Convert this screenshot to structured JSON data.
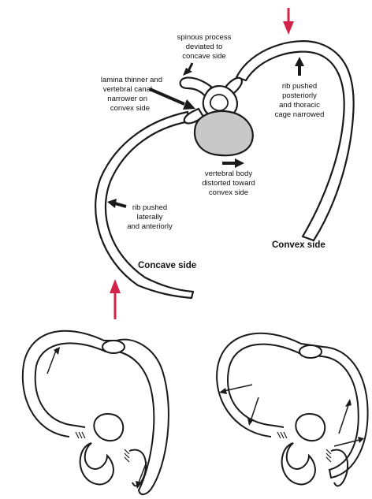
{
  "colors": {
    "ink": "#1a1a1a",
    "vertebral_body_fill": "#c8c8c8",
    "force_arrow": "#d4234a",
    "background": "#ffffff"
  },
  "top_figure": {
    "labels": {
      "spinous_process": [
        "spinous process",
        "deviated to",
        "concave side"
      ],
      "lamina": [
        "lamina thinner and",
        "vertebral canal",
        "narrower on",
        "convex side"
      ],
      "rib_posterior": [
        "rib pushed",
        "posteriorly",
        "and thoracic",
        "cage narrowed"
      ],
      "vertebral_body": [
        "vertebral body",
        "distorted toward",
        "convex side"
      ],
      "rib_lateral": [
        "rib pushed",
        "laterally",
        "and anteriorly"
      ]
    },
    "side_labels": {
      "concave": "Concave side",
      "convex": "Convex side"
    }
  },
  "icons": {
    "force_arrow_top": "down-arrow-icon",
    "force_arrow_bottom": "up-arrow-icon"
  }
}
